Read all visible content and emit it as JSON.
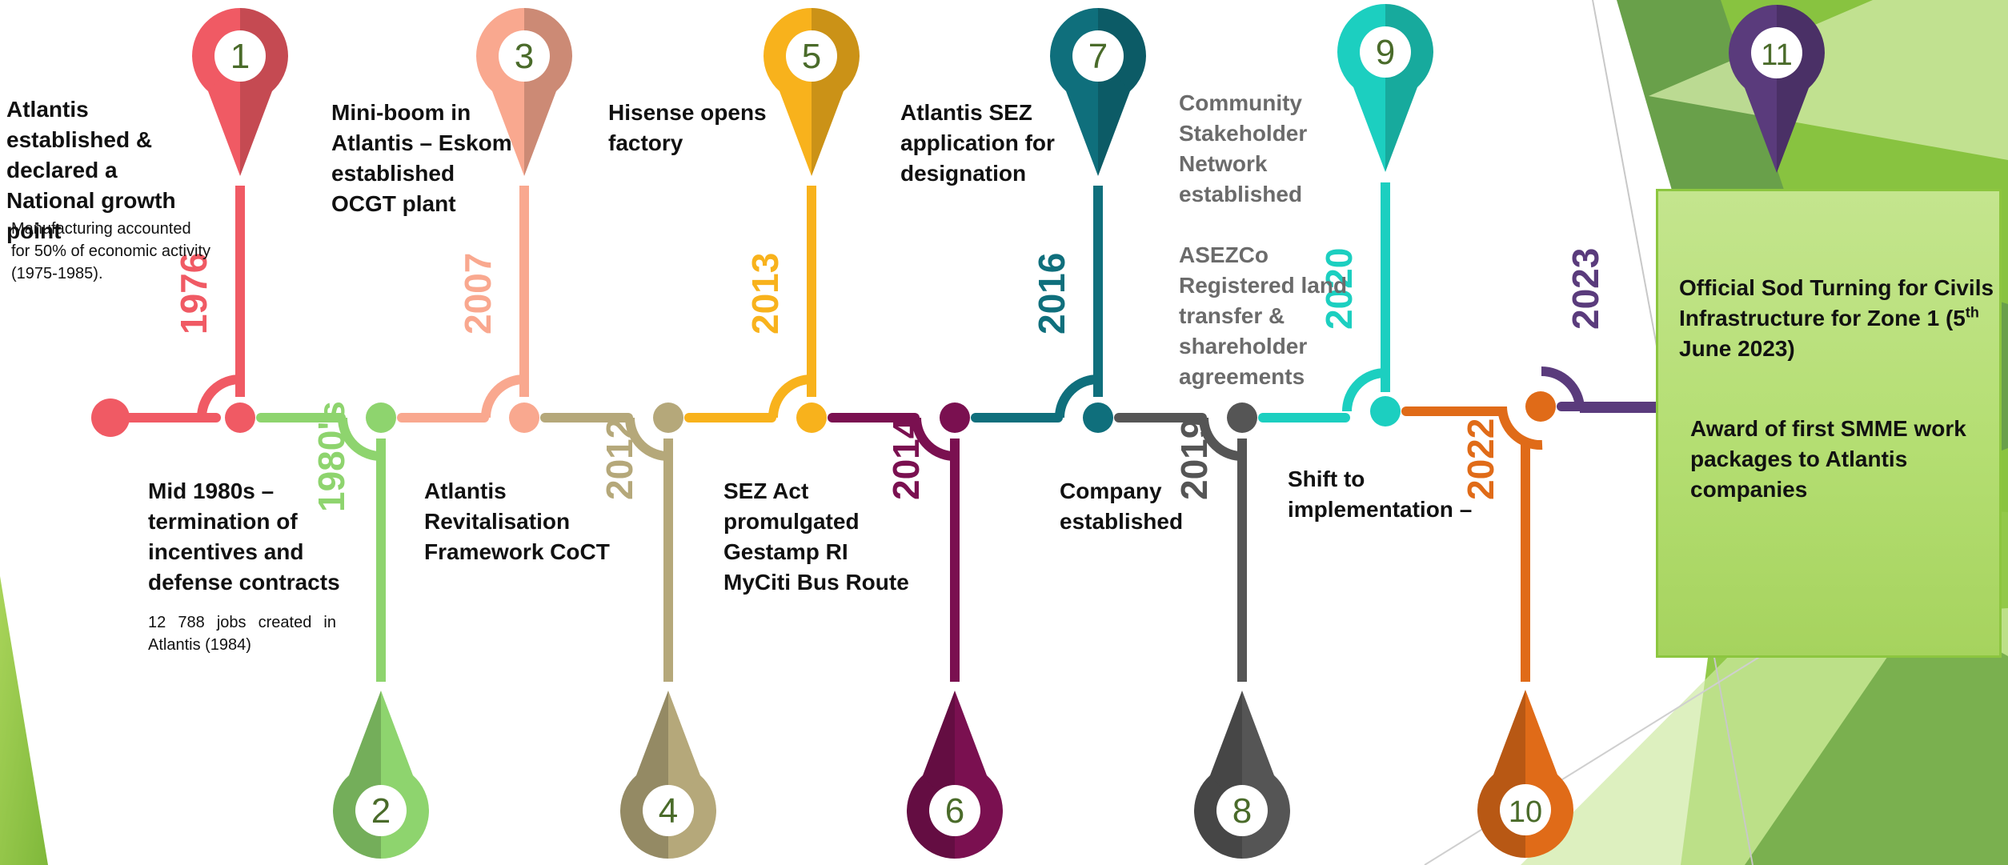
{
  "colors": {
    "m1": "#f05a64",
    "m2": "#8ed46e",
    "m3": "#f9a88f",
    "m4": "#b5a87a",
    "m5": "#f8b21c",
    "m6": "#7a1050",
    "m7": "#0f6f7c",
    "m8": "#555555",
    "m9": "#1ccfc0",
    "m10": "#e06b18",
    "m11": "#5a3b7c",
    "bg_green_dark": "#4f8f2a",
    "bg_green": "#8cc63f",
    "bg_green_light": "#cfe9a4"
  },
  "milestones": [
    {
      "number": "1",
      "year": "1976",
      "side": "top",
      "title": "Atlantis established & declared a National growth point",
      "note": "Manufacturing accounted for 50% of economic activity (1975-1985)."
    },
    {
      "number": "2",
      "year": "1980's",
      "side": "bottom",
      "title": "Mid 1980s – termination of incentives and defense contracts",
      "note": "12 788 jobs created in Atlantis (1984)"
    },
    {
      "number": "3",
      "year": "2007",
      "side": "top",
      "title": "Mini-boom in Atlantis – Eskom established OCGT plant"
    },
    {
      "number": "4",
      "year": "2012",
      "side": "bottom",
      "title": "Atlantis Revitalisation Framework CoCT"
    },
    {
      "number": "5",
      "year": "2013",
      "side": "top",
      "title": "Hisense opens factory"
    },
    {
      "number": "6",
      "year": "2014",
      "side": "bottom",
      "title": "SEZ Act promulgated Gestamp RI MyCiti Bus Route"
    },
    {
      "number": "7",
      "year": "2016",
      "side": "top",
      "title": "Atlantis SEZ application for designation"
    },
    {
      "number": "8",
      "year": "2019",
      "side": "bottom",
      "title": "Company established"
    },
    {
      "number": "9",
      "year": "2020",
      "side": "top",
      "title": "Community Stakeholder Network established",
      "title2": "ASEZCo Registered land transfer & shareholder agreements"
    },
    {
      "number": "10",
      "year": "2022",
      "side": "bottom",
      "title": "Shift to implementation –"
    },
    {
      "number": "11",
      "year": "2023",
      "side": "top"
    }
  ],
  "final_box": {
    "line1": "Official Sod Turning for Civils",
    "line2": "Infrastructure for Zone 1 (5",
    "sup": "th",
    "line3": "June 2023)",
    "award": "Award of first SMME work packages to Atlantis companies"
  }
}
